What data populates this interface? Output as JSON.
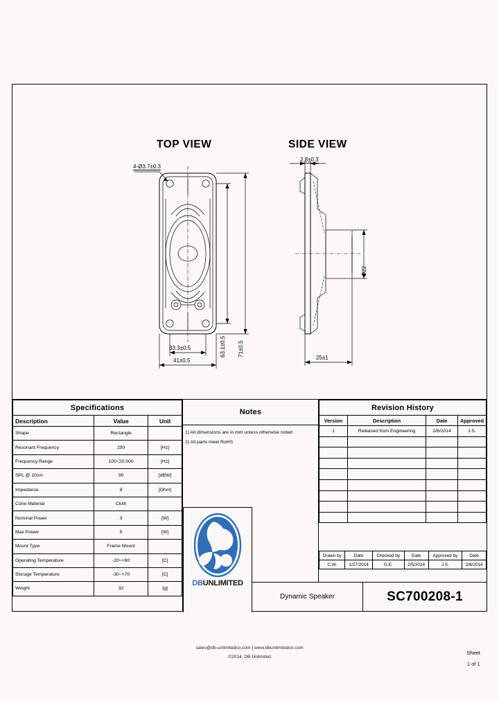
{
  "document": {
    "part_number": "SC700208-1",
    "title_description": "Dynamic Speaker",
    "sheet_label": "Sheet",
    "sheet_number": "1 of 1"
  },
  "views": {
    "top": {
      "title": "TOP VIEW",
      "dimensions": {
        "hole_callout": "4-Ø3.7±0.3",
        "height_inner": "63.1±0.5",
        "height_outer": "71±0.5",
        "width_inner": "33.3±0.5",
        "width_outer": "41±0.5"
      }
    },
    "side": {
      "title": "SIDE VIEW",
      "dimensions": {
        "flange_thickness": "2.8±0.3",
        "magnet_diameter": "Ø22",
        "depth": "25±1"
      }
    }
  },
  "specifications": {
    "title": "Specifications",
    "headers": [
      "Description",
      "Value",
      "Unit"
    ],
    "rows": [
      {
        "description": "Shape",
        "value": "Rectangle",
        "unit": ""
      },
      {
        "description": "Resonant Frequency",
        "value": "250",
        "unit": "[Hz]"
      },
      {
        "description": "Frequency Range",
        "value": "100~20,000",
        "unit": "[Hz]"
      },
      {
        "description": "SPL @ 10cm",
        "value": "90",
        "unit": "[dBW]"
      },
      {
        "description": "Impedance",
        "value": "8",
        "unit": "[Ohm]"
      },
      {
        "description": "Cone Material",
        "value": "Cloth",
        "unit": ""
      },
      {
        "description": "Nominal Power",
        "value": "3",
        "unit": "[W]"
      },
      {
        "description": "Max Power",
        "value": "5",
        "unit": "[W]"
      },
      {
        "description": "Mount Type",
        "value": "Frame Mount",
        "unit": ""
      },
      {
        "description": "Operating Temperature",
        "value": "-20~+60",
        "unit": "[C]"
      },
      {
        "description": "Storage Temperature",
        "value": "-30~+70",
        "unit": "[C]"
      },
      {
        "description": "Weight",
        "value": "32",
        "unit": "[g]"
      }
    ]
  },
  "notes": {
    "title": "Notes",
    "items": [
      "1) All dimensions are in mm unless otherwise noted",
      "2) All parts meet RoHS"
    ]
  },
  "revision_history": {
    "title": "Revision History",
    "headers": [
      "Version",
      "Description",
      "Date",
      "Approved"
    ],
    "rows": [
      {
        "version": "1",
        "description": "Released from Engineering",
        "date": "2/8/2014",
        "approved": "J.S."
      },
      {
        "version": "",
        "description": "",
        "date": "",
        "approved": ""
      },
      {
        "version": "",
        "description": "",
        "date": "",
        "approved": ""
      },
      {
        "version": "",
        "description": "",
        "date": "",
        "approved": ""
      },
      {
        "version": "",
        "description": "",
        "date": "",
        "approved": ""
      },
      {
        "version": "",
        "description": "",
        "date": "",
        "approved": ""
      },
      {
        "version": "",
        "description": "",
        "date": "",
        "approved": ""
      },
      {
        "version": "",
        "description": "",
        "date": "",
        "approved": ""
      },
      {
        "version": "",
        "description": "",
        "date": "",
        "approved": ""
      }
    ]
  },
  "signature_block": {
    "headers": [
      "Drawn by",
      "Date",
      "Checked by",
      "Date",
      "Approved by",
      "Date"
    ],
    "values": [
      "C.W.",
      "1/27/2014",
      "G.E.",
      "2/5/2014",
      "J.S.",
      "2/8/2014"
    ]
  },
  "logo": {
    "brand_db": "DB",
    "brand_unlimited": "UNLIMITED",
    "brand_color": "#2f6fb5"
  },
  "footer": {
    "contact": "sales@db-unlimitedco.com | www.dbunlimitedco.com",
    "copyright": "©2014, DB Unlimited"
  }
}
